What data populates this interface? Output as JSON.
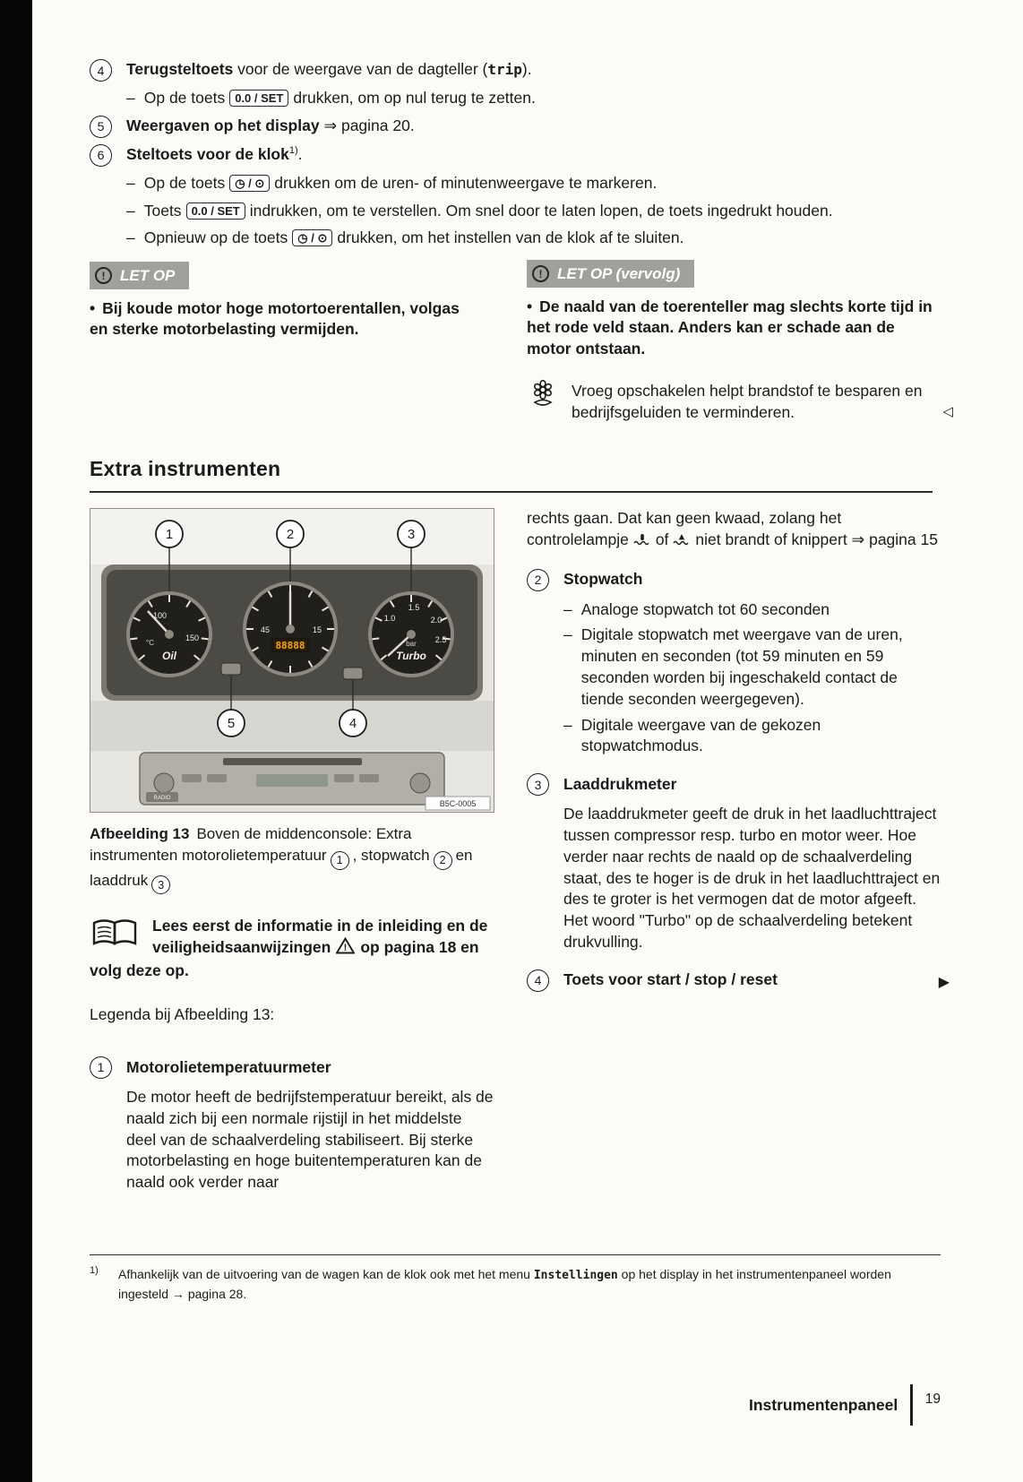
{
  "glyphs": {
    "bullet": "•",
    "dash": "–",
    "tri_left": "◁",
    "tri_right": "▶",
    "excl": "!"
  },
  "keys": {
    "set_key": "0.0 / SET",
    "clock_key": "◷ / ⊙"
  },
  "top_items": {
    "i4": {
      "num": "4",
      "title": "Terugsteltoets",
      "rest1": " voor de weergave van de dagteller (",
      "mono": "trip",
      "rest2": ").",
      "sub1_pre": "Op de toets",
      "sub1_post": "drukken, om op nul terug te zetten."
    },
    "i5": {
      "num": "5",
      "title": "Weergaven op het display",
      "rest": " ⇒ pagina 20."
    },
    "i6": {
      "num": "6",
      "title": "Steltoets voor de klok",
      "sup": "1)",
      "rest": ".",
      "sub1_pre": "Op de toets",
      "sub1_post": "drukken om de uren- of minutenweergave te markeren.",
      "sub2_pre": "Toets",
      "sub2_post": "indrukken, om te verstellen. Om snel door te laten lopen, de toets ingedrukt houden.",
      "sub3_pre": "Opnieuw op de toets",
      "sub3_post": "drukken, om het instellen van de klok af te sluiten."
    }
  },
  "caution_left": {
    "title": "LET OP",
    "body": "Bij koude motor hoge motortoerentallen, volgas en sterke motorbelasting vermijden."
  },
  "caution_right": {
    "title": "LET OP (vervolg)",
    "body": "De naald van de toerenteller mag slechts korte tijd in het rode veld staan. Anders kan er schade aan de motor ontstaan."
  },
  "eco_note": "Vroeg opschakelen helpt brandstof te besparen en bedrijfsgeluiden te verminderen.",
  "section_title": "Extra instrumenten",
  "figure": {
    "code": "B5C-0005",
    "radio_label": "RADIO",
    "callouts": {
      "c1": "1",
      "c2": "2",
      "c3": "3",
      "c4": "4",
      "c5": "5"
    },
    "oil_gauge": {
      "v100": "100",
      "v150": "150",
      "unit": "°C",
      "label": "Oil"
    },
    "stopwatch_gauge": {
      "v45": "45",
      "v15": "15",
      "digital": "88888"
    },
    "turbo_gauge": {
      "v10": "1.0",
      "v15": "1.5",
      "v20": "2.0",
      "v25": "2.5",
      "unit": "bar",
      "label": "Turbo"
    }
  },
  "caption": {
    "label": "Afbeelding 13",
    "part1": "Boven de middenconsole: Extra instrumenten motorolietemperatuur",
    "n1": "1",
    "part2": ", stopwatch",
    "n2": "2",
    "part3": "en laaddruk",
    "n3": "3"
  },
  "read_note": {
    "part1": "Lees eerst de informatie in de inleiding en de veiligheidsaanwijzingen",
    "part2": "op pagina 18 en volg deze op."
  },
  "legend_intro": "Legenda bij Afbeelding 13:",
  "legend1": {
    "num": "1",
    "title": "Motorolietemperatuurmeter",
    "body": "De motor heeft de bedrijfstemperatuur bereikt, als de naald zich bij een normale rijstijl in het middelste deel van de schaalverdeling stabiliseert. Bij sterke motorbelasting en hoge buitentemperaturen kan de naald ook verder naar"
  },
  "continuation": {
    "part1": "rechts gaan. Dat kan geen kwaad, zolang het controlelampje",
    "part2": "of",
    "part3": "niet brandt of knippert ⇒ pagina 15"
  },
  "legend2": {
    "num": "2",
    "title": "Stopwatch",
    "item1": "Analoge stopwatch tot 60 seconden",
    "item2": "Digitale stopwatch met weergave van de uren, minuten en seconden (tot 59 minuten en 59 seconden worden bij ingeschakeld contact de tiende seconden weergegeven).",
    "item3": "Digitale weergave van de gekozen stopwatchmodus."
  },
  "legend3": {
    "num": "3",
    "title": "Laaddrukmeter",
    "body": "De laaddrukmeter geeft de druk in het laadluchttraject tussen compressor resp. turbo en motor weer. Hoe verder naar rechts de naald op de schaalverdeling staat, des te hoger is de druk in het laadluchttraject en des te groter is het vermogen dat de motor afgeeft. Het woord \"Turbo\" op de schaalverdeling betekent drukvulling."
  },
  "legend4": {
    "num": "4",
    "title": "Toets voor start / stop / reset"
  },
  "footnote": {
    "marker": "1)",
    "part1": "Afhankelijk van de uitvoering van de wagen kan de klok ook met het menu",
    "mono": "Instellingen",
    "part2": "op het display in het instrumentenpaneel worden ingesteld → pagina 28."
  },
  "footer": {
    "label": "Instrumentenpaneel",
    "page": "19"
  }
}
